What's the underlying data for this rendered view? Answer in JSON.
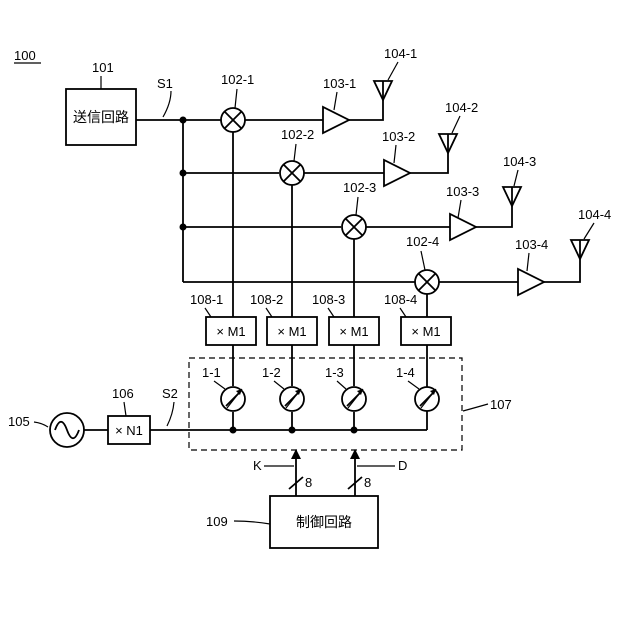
{
  "figure_label": "100",
  "transmit": {
    "ref": "101",
    "name": "送信回路",
    "signal": "S1"
  },
  "mixers": [
    "102-1",
    "102-2",
    "102-3",
    "102-4"
  ],
  "amplifiers": [
    "103-1",
    "103-2",
    "103-3",
    "103-4"
  ],
  "antennas": [
    "104-1",
    "104-2",
    "104-3",
    "104-4"
  ],
  "oscillator": {
    "ref": "105"
  },
  "multiplier_n": {
    "ref": "106",
    "text": "× N1",
    "signal": "S2"
  },
  "phase_shifter_group": {
    "ref": "107"
  },
  "multipliers_m": [
    {
      "ref": "108-1",
      "text": "× M1"
    },
    {
      "ref": "108-2",
      "text": "× M1"
    },
    {
      "ref": "108-3",
      "text": "× M1"
    },
    {
      "ref": "108-4",
      "text": "× M1"
    }
  ],
  "phase_shifters": [
    "1-1",
    "1-2",
    "1-3",
    "1-4"
  ],
  "control": {
    "ref": "109",
    "name": "制御回路",
    "bus_k": "K",
    "bus_d": "D",
    "bus_k_width": "8",
    "bus_d_width": "8"
  }
}
